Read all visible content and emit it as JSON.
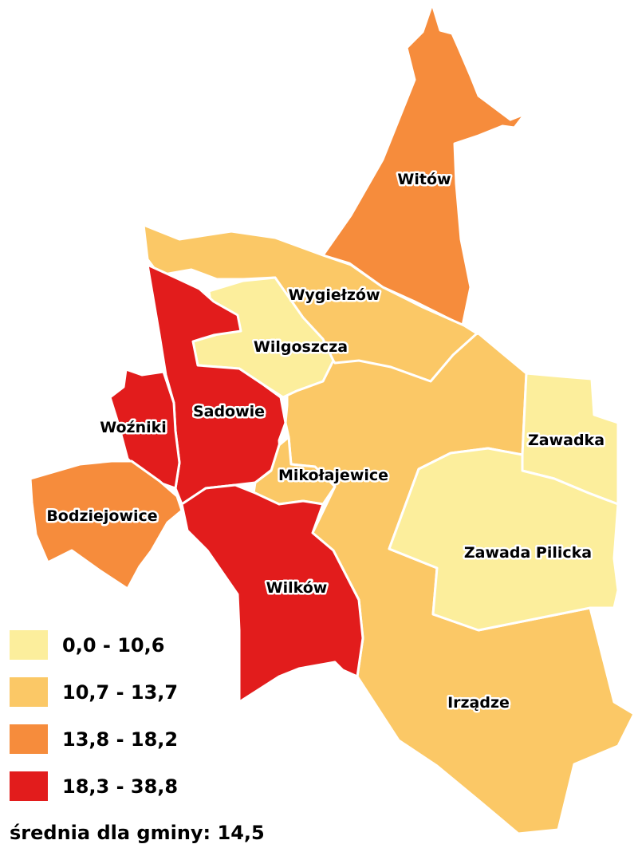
{
  "colors": {
    "class1": "#fcee9c",
    "class2": "#fbc866",
    "class3": "#f68c3c",
    "class4": "#e21c1c"
  },
  "regions": {
    "witow": {
      "name": "Witów",
      "color": "#f68c3c"
    },
    "wygielzow": {
      "name": "Wygiełzów",
      "color": "#fbc866"
    },
    "wilgoszcza": {
      "name": "Wilgoszcza",
      "color": "#fcee9c"
    },
    "sadowie": {
      "name": "Sadowie",
      "color": "#e21c1c"
    },
    "wozniki": {
      "name": "Woźniki",
      "color": "#e21c1c"
    },
    "bodziejowice": {
      "name": "Bodziejowice",
      "color": "#f68c3c"
    },
    "mikolajewice": {
      "name": "Mikołajewice",
      "color": "#fbc866"
    },
    "wilkow": {
      "name": "Wilków",
      "color": "#e21c1c"
    },
    "irzadze": {
      "name": "Irządze",
      "color": "#fbc866"
    },
    "zawadka": {
      "name": "Zawadka",
      "color": "#fcee9c"
    },
    "zawada_pilicka": {
      "name": "Zawada Pilicka",
      "color": "#fcee9c"
    }
  },
  "legend": [
    {
      "label": "0,0 - 10,6",
      "color": "#fcee9c"
    },
    {
      "label": "10,7 - 13,7",
      "color": "#fbc866"
    },
    {
      "label": "13,8 - 18,2",
      "color": "#f68c3c"
    },
    {
      "label": "18,3 - 38,8",
      "color": "#e21c1c"
    }
  ],
  "footer": "średnia dla gminy: 14,5"
}
